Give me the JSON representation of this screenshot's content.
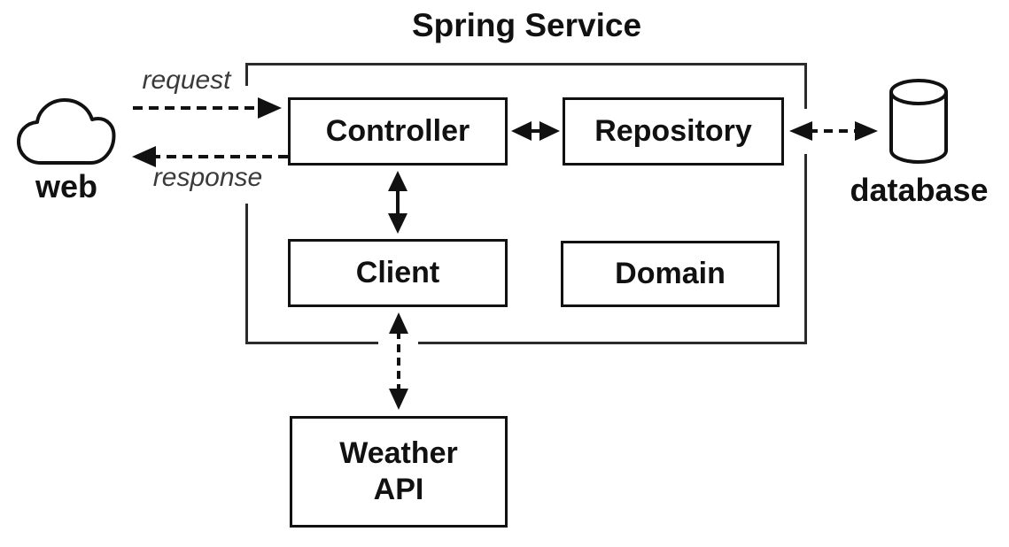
{
  "diagram": {
    "title": "Spring Service",
    "nodes": {
      "controller": {
        "label": "Controller"
      },
      "repository": {
        "label": "Repository"
      },
      "client": {
        "label": "Client"
      },
      "domain": {
        "label": "Domain"
      },
      "weather_api": {
        "label": "Weather\nAPI"
      },
      "web": {
        "label": "web"
      },
      "database": {
        "label": "database"
      }
    },
    "edge_labels": {
      "request": "request",
      "response": "response"
    },
    "connections": [
      {
        "from": "web",
        "to": "controller",
        "label": "request",
        "style": "dashed",
        "direction": "one-way"
      },
      {
        "from": "controller",
        "to": "web",
        "label": "response",
        "style": "dashed",
        "direction": "one-way"
      },
      {
        "from": "controller",
        "to": "repository",
        "label": "",
        "style": "solid",
        "direction": "two-way"
      },
      {
        "from": "controller",
        "to": "client",
        "label": "",
        "style": "solid",
        "direction": "two-way"
      },
      {
        "from": "repository",
        "to": "database",
        "label": "",
        "style": "dashed",
        "direction": "two-way"
      },
      {
        "from": "client",
        "to": "weather_api",
        "label": "",
        "style": "dashed",
        "direction": "two-way"
      }
    ],
    "colors": {
      "stroke": "#111111",
      "boundary_stroke": "#2b2b2b",
      "background": "#ffffff",
      "muted_label": "#3a3a3a"
    }
  }
}
